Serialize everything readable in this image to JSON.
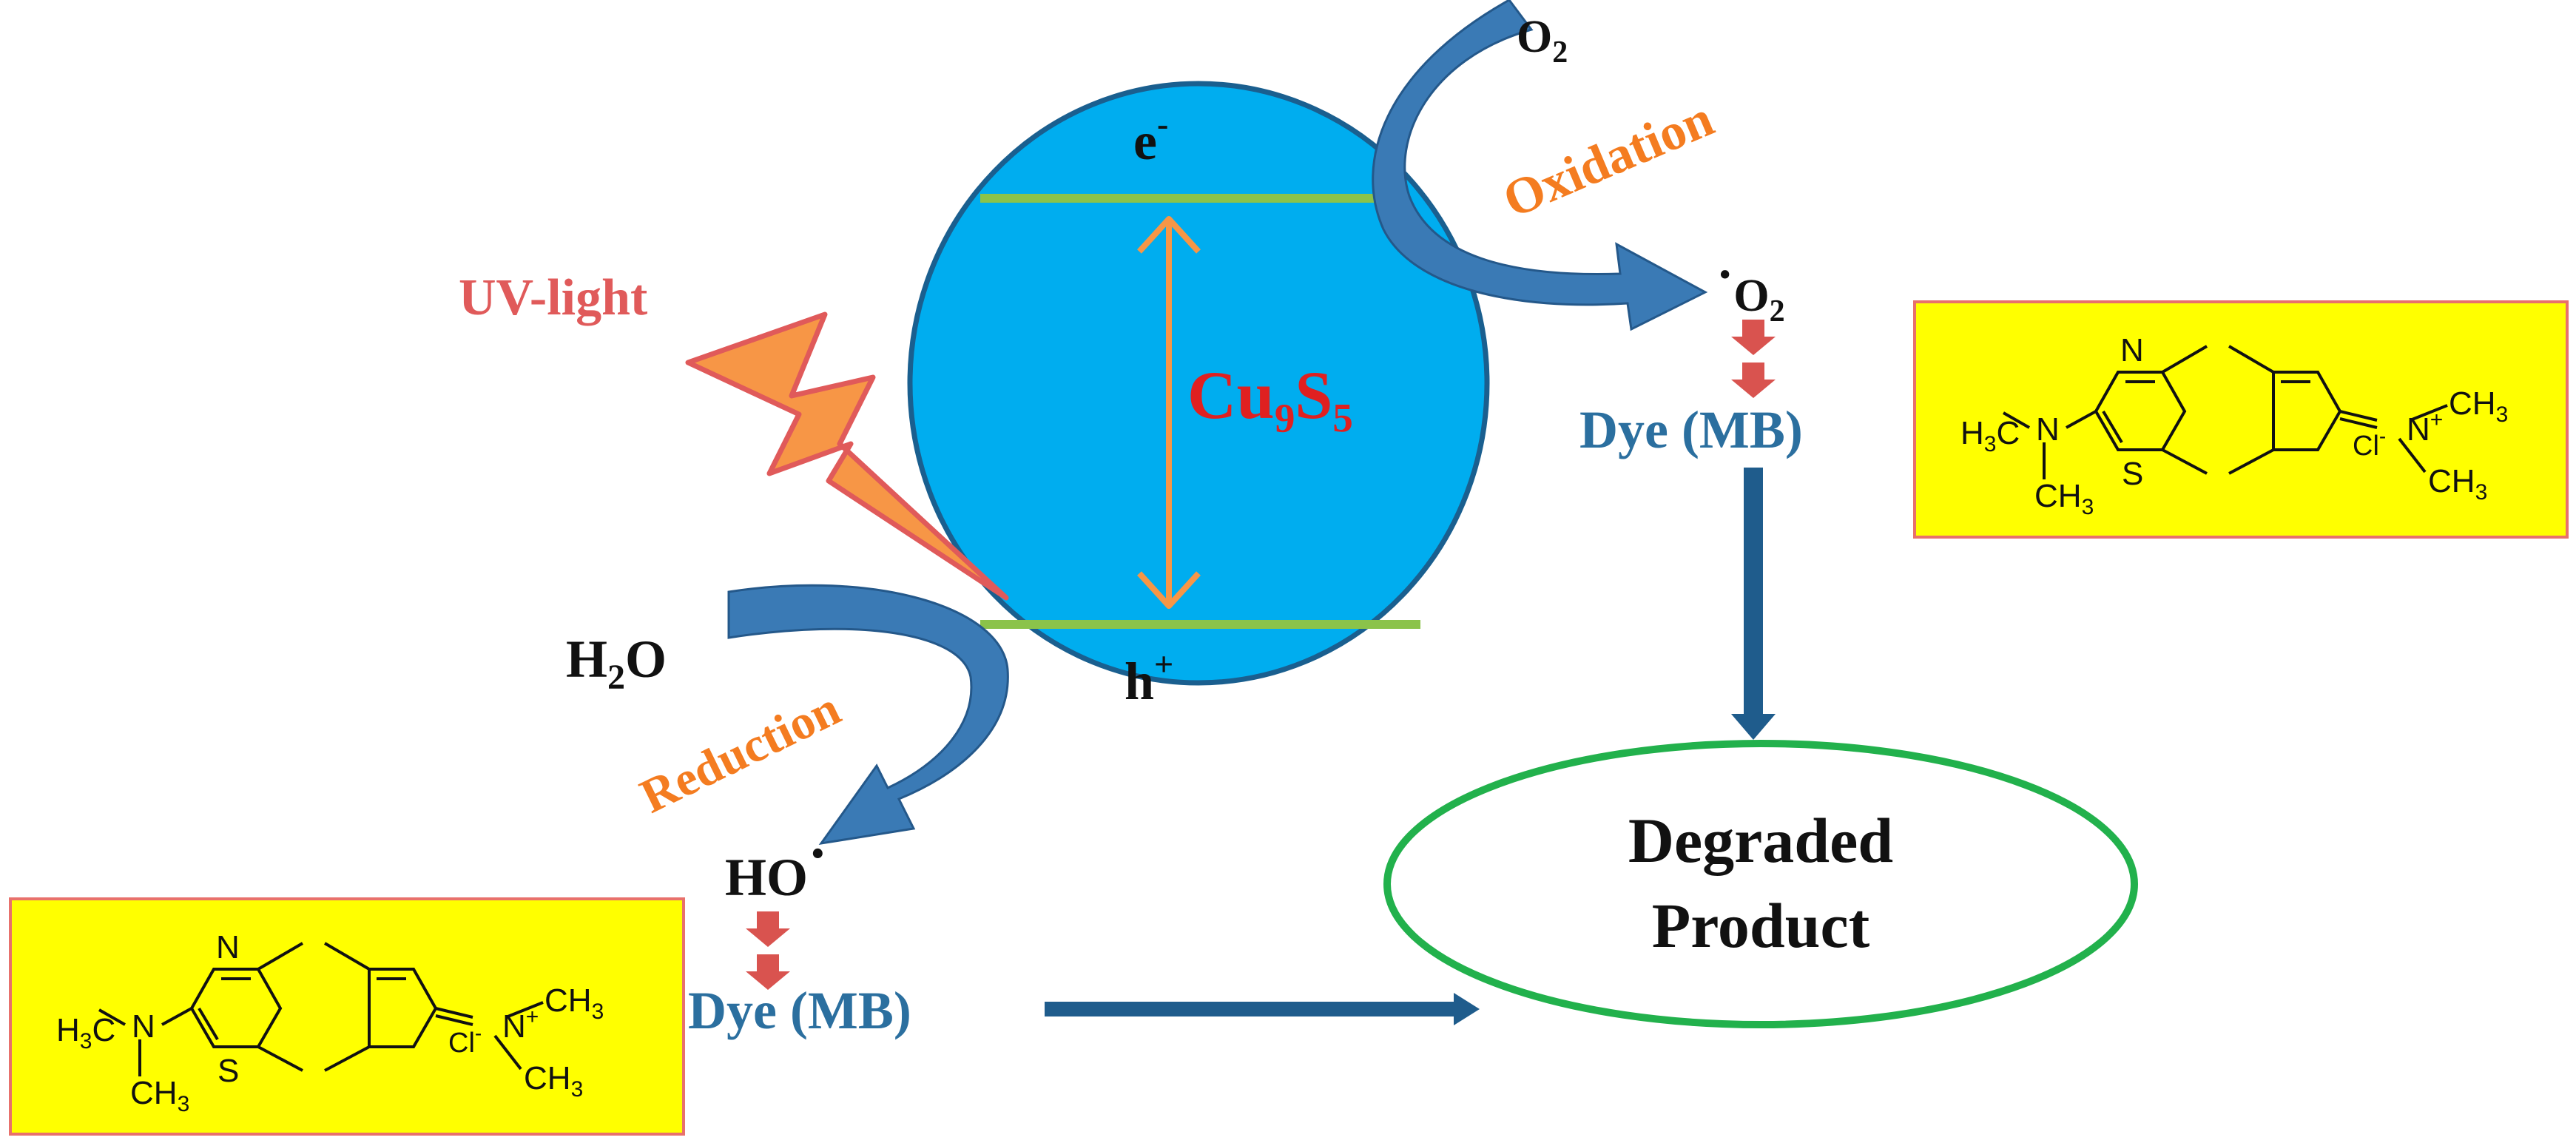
{
  "catalyst": {
    "label": "Cu₉S₅"
  },
  "electron": {
    "symbol": "e",
    "sup": "-"
  },
  "hole": {
    "symbol": "h",
    "sup": "+"
  },
  "light": {
    "label": "UV-light"
  },
  "oxygen": {
    "label": "O",
    "sub": "2"
  },
  "superoxide": {
    "dot": "·",
    "label": "O",
    "sub": "2"
  },
  "water": {
    "label": "H",
    "sub": "2",
    "tail": "O"
  },
  "hydroxyl": {
    "label": "HO",
    "dot": "·"
  },
  "oxidation": {
    "label": "Oxidation"
  },
  "reduction": {
    "label": "Reduction"
  },
  "dye_right": {
    "label": "Dye (MB)"
  },
  "dye_left": {
    "label": "Dye (MB)"
  },
  "product": {
    "line1": "Degraded",
    "line2": "Product"
  },
  "molecule": {
    "n_ring": "N",
    "s_ring": "S",
    "h3c": "H",
    "h3c_sub": "3",
    "h3c_tail": "C",
    "n_left": "N",
    "ch3": "CH",
    "ch3_sub": "3",
    "n_plus": "N",
    "plus": "+",
    "cl": "Cl",
    "cl_sup": "-"
  },
  "colors": {
    "particle": "#00adef",
    "particle_stroke": "#1a5f8f",
    "band": "#8bc34a",
    "band_arrow": "#f79646",
    "flow_arrow": "#3a7ab5",
    "dark_arrow": "#1f5c8c",
    "red_arrow": "#d9534f",
    "box_fill": "#ffff00",
    "box_stroke": "#e8716c",
    "ellipse_stroke": "#22b14c",
    "bolt_fill": "#f79646",
    "bolt_stroke": "#e05a5a"
  }
}
